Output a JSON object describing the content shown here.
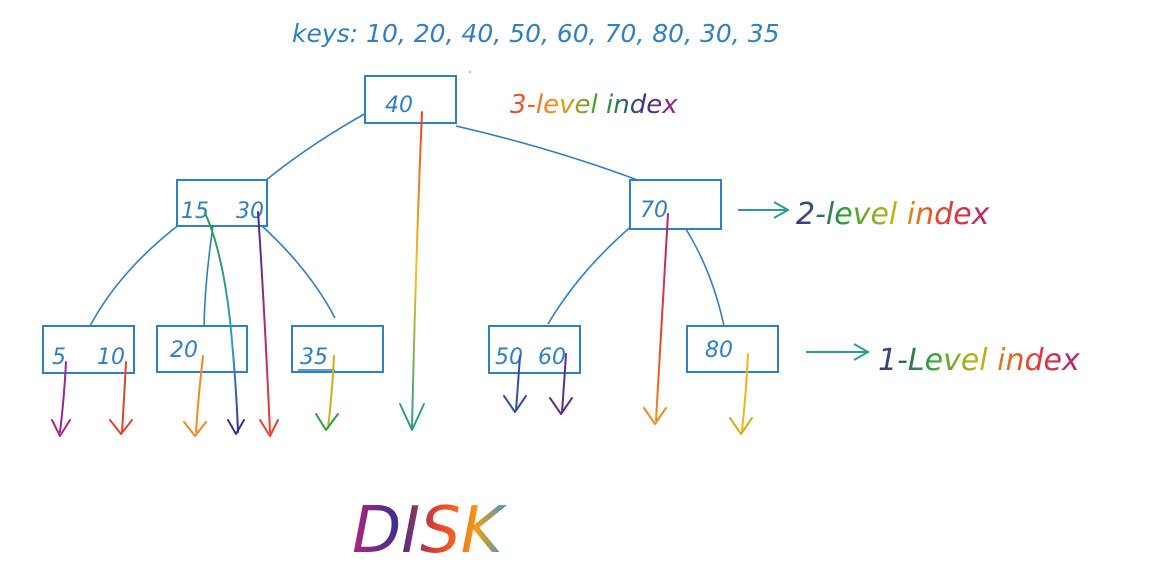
{
  "keys_label": "keys: 10, 20, 40, 50, 60, 70, 80, 30, 35",
  "levels": {
    "level3": "3-level index",
    "level2": "2-level index",
    "level1": "1-Level index"
  },
  "nodes": {
    "root": [
      "40"
    ],
    "mid_left": [
      "15",
      "30"
    ],
    "mid_right": [
      "70"
    ],
    "leaf_1": [
      "5",
      "10"
    ],
    "leaf_2": [
      "20"
    ],
    "leaf_3": [
      "35"
    ],
    "leaf_4": [
      "50",
      "60"
    ],
    "leaf_5": [
      "80"
    ]
  },
  "disk_label": "DISK",
  "colors": {
    "tree_blue": "#2f7fc4",
    "purple": "#8e2a9c",
    "red": "#e0432b",
    "orange": "#f08a1c",
    "indigo": "#3d2f8f",
    "green": "#2aa13a",
    "teal": "#2a9e8f",
    "yellow": "#c9b21a"
  }
}
